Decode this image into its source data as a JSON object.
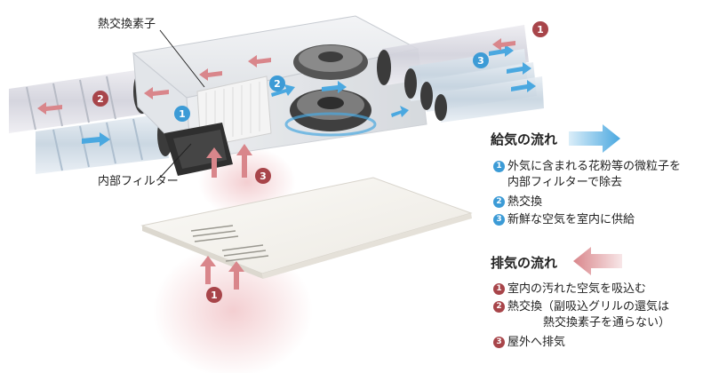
{
  "labels": {
    "heat_exchange_element": "熱交換素子",
    "internal_filter": "内部フィルター"
  },
  "supply": {
    "title": "給気の流れ",
    "items": [
      {
        "num": "1",
        "lines": [
          "外気に含まれる花粉等の微粒子を",
          "内部フィルターで除去"
        ]
      },
      {
        "num": "2",
        "lines": [
          "熱交換"
        ]
      },
      {
        "num": "3",
        "lines": [
          "新鮮な空気を室内に供給"
        ]
      }
    ]
  },
  "exhaust": {
    "title": "排気の流れ",
    "items": [
      {
        "num": "1",
        "lines": [
          "室内の汚れた空気を吸込む"
        ]
      },
      {
        "num": "2",
        "lines": [
          "熱交換（副吸込グリルの還気は",
          "熱交換素子を通らない）"
        ]
      },
      {
        "num": "3",
        "lines": [
          "屋外へ排気"
        ]
      }
    ]
  },
  "markers": {
    "blue": [
      "1",
      "2",
      "3"
    ],
    "red": [
      "1",
      "2",
      "3",
      "1"
    ]
  },
  "colors": {
    "supply_blue": "#4aa8e0",
    "exhaust_red": "#b9484d"
  }
}
